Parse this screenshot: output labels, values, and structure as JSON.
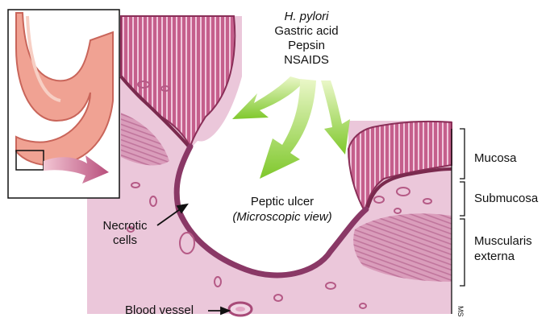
{
  "causes": {
    "line1": "H. pylori",
    "line2": "Gastric acid",
    "line3": "Pepsin",
    "line4": "NSAIDS"
  },
  "ulcer": {
    "title": "Peptic ulcer",
    "subtitle": "(Microscopic view)"
  },
  "labels": {
    "necrotic_line1": "Necrotic",
    "necrotic_line2": "cells",
    "blood_vessel": "Blood vessel"
  },
  "layers": {
    "mucosa": "Mucosa",
    "submucosa": "Submucosa",
    "muscularis_line1": "Muscularis",
    "muscularis_line2": "externa"
  },
  "signature": "MS",
  "colors": {
    "tissue": "#e9c3d8",
    "mucosa": "#a8426f",
    "arrow_green": "#8ed13a",
    "stomach": "#e68a7c",
    "pointer": "#c8628a"
  }
}
